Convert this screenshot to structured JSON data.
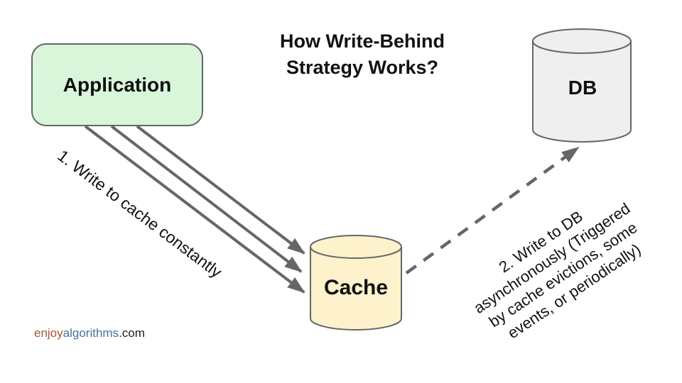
{
  "title": "How Write-Behind\nStrategy Works?",
  "nodes": {
    "application": {
      "label": "Application",
      "fill": "#d9f5da"
    },
    "cache": {
      "label": "Cache",
      "fill": "#fdf2cc"
    },
    "db": {
      "label": "DB",
      "fill": "#efefef"
    }
  },
  "arrows": {
    "write_to_cache": {
      "label": "1. Write to cache constantly"
    },
    "write_to_db": {
      "label": "2. Write to DB\nasynchronously (Triggered\nby cache evictions, some\nevents, or periodically)"
    }
  },
  "colors": {
    "arrow": "#666666",
    "shape_border": "#666666",
    "text": "#111111"
  },
  "watermark": {
    "brand_first": "enjoy",
    "brand_second": "algorithms",
    "suffix": ".com",
    "brand_first_color": "#a5553a",
    "brand_second_color": "#4a7199",
    "suffix_color": "#1a1a1a"
  }
}
